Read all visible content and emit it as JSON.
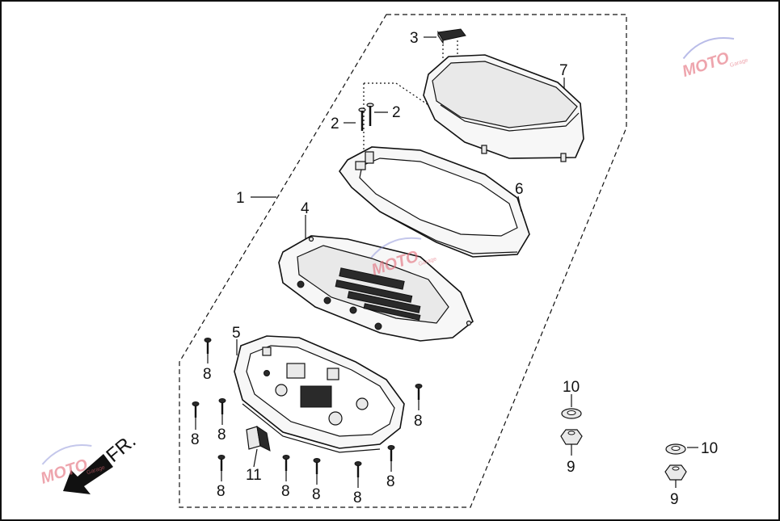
{
  "direction_label": "FR.",
  "callouts": {
    "c1": "1",
    "c2a": "2",
    "c2b": "2",
    "c3": "3",
    "c4": "4",
    "c5": "5",
    "c6": "6",
    "c7": "7",
    "c8a": "8",
    "c8b": "8",
    "c8c": "8",
    "c8d": "8",
    "c8e": "8",
    "c8f": "8",
    "c8g": "8",
    "c8h": "8",
    "c8i": "8",
    "c9a": "9",
    "c9b": "9",
    "c10a": "10",
    "c10b": "10",
    "c11": "11"
  },
  "watermark": {
    "text": "MOTO",
    "subtext": "Garage"
  }
}
